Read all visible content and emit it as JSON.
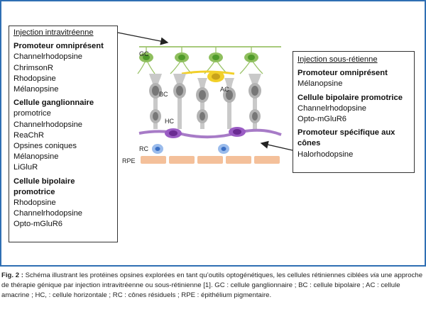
{
  "left_box": {
    "header": "Injection intravitréenne",
    "sections": [
      {
        "title": "Promoteur omniprésent",
        "items": [
          "Channelrhodopsine",
          "ChrimsonR",
          "Rhodopsine",
          "Mélanopsine"
        ]
      },
      {
        "title": "Cellule ganglionnaire",
        "items": [
          "promotrice",
          "Channelrhodopsine",
          "ReaChR",
          "Opsines coniques",
          "Mélanopsine",
          "LiGluR"
        ]
      },
      {
        "title": "Cellule bipolaire promotrice",
        "items": [
          "Rhodopsine",
          "Channelrhodopsine",
          "Opto-mGluR6"
        ]
      }
    ]
  },
  "right_box": {
    "header": "Injection sous-rétienne",
    "sections": [
      {
        "title": "Promoteur omniprésent",
        "items": [
          "Mélanopsine"
        ]
      },
      {
        "title": "Cellule bipolaire promotrice",
        "items": [
          "Channelrhodopsine",
          "Opto-mGluR6"
        ]
      },
      {
        "title": "Promoteur spécifique aux cônes",
        "items": [
          "Halorhodopsine"
        ]
      }
    ]
  },
  "cell_labels": {
    "gc": "GC",
    "bc": "BC",
    "ac": "AC",
    "hc": "HC",
    "rc": "RC",
    "rpe": "RPE"
  },
  "caption": {
    "fig_label": "Fig. 2 :",
    "text_1": " Schéma illustrant les protéines opsines explorées en tant qu’outils optogénétiques, les cellules rétiniennes ciblées ",
    "italic_word": "via",
    "text_2": " une approche de thérapie génique par injection intravitréenne ou sous-rétinienne [1]. GC : cellule ganglionnaire ; BC : cellule bipolaire ; AC : cellule amacrine ; HC, : cellule horizontale ; RC : cônes résiduels ; RPE : épithélium pigmentaire."
  },
  "colors": {
    "frame": "#2f6fb3",
    "gc_green": "#4f9a2a",
    "ac_yellow": "#f2d02a",
    "hc_purple": "#7d3ea6",
    "rpe": "#f4c09a",
    "rc_blue": "#5b8fd8"
  }
}
